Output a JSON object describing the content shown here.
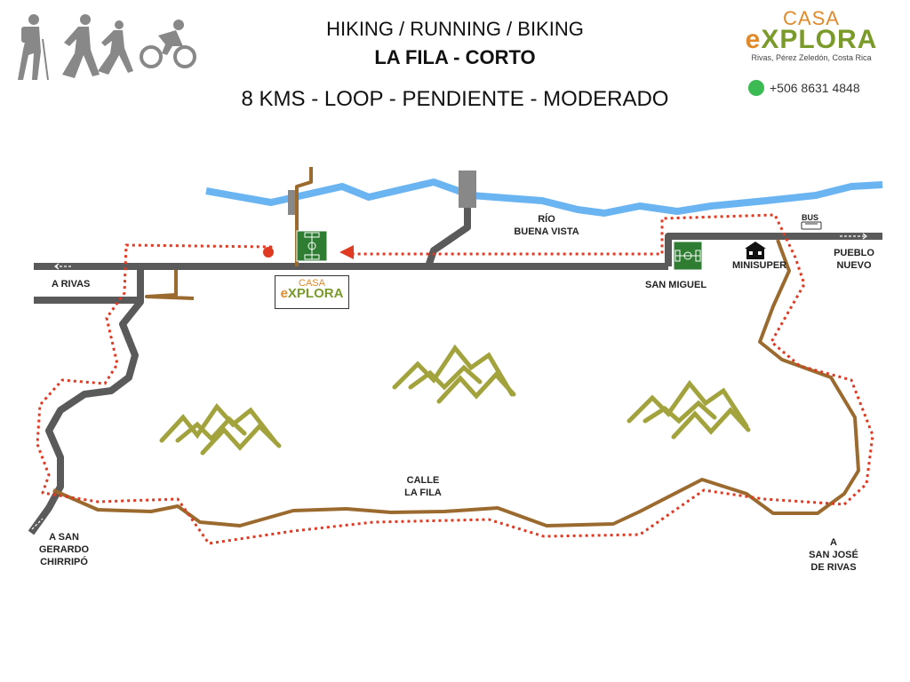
{
  "header": {
    "activities": "HIKING / RUNNING / BIKING",
    "route_name": "LA FILA - CORTO",
    "summary": "8 KMS - LOOP - PENDIENTE - MODERADO"
  },
  "logo": {
    "line1": "CASA",
    "line2_e": "e",
    "line2_rest": "XPLORA",
    "tagline": "Rivas, Pérez Zeledón, Costa Rica",
    "phone": "+506 8631 4848"
  },
  "logo_small": {
    "line1": "CASA",
    "line2_e": "e",
    "line2_rest": "XPLORA"
  },
  "labels": {
    "a_rivas": "A RIVAS",
    "rio_1": "RÍO",
    "rio_2": "BUENA VISTA",
    "bus": "BUS",
    "san_miguel": "SAN MIGUEL",
    "minisuper": "MINISUPER",
    "pueblo_1": "PUEBLO",
    "pueblo_2": "NUEVO",
    "calle_1": "CALLE",
    "calle_2": "LA FILA",
    "sg_1": "A SAN",
    "sg_2": "GERARDO",
    "sg_3": "CHIRRIPÓ",
    "sj_1": "A",
    "sj_2": "SAN JOSÉ",
    "sj_3": "DE RIVAS"
  },
  "icons": [
    "hiker-icon",
    "runner-icon",
    "female-runner-icon",
    "cyclist-icon",
    "whatsapp-icon",
    "soccer-field-icon",
    "house-icon",
    "bus-icon",
    "mountain-icon"
  ],
  "colors": {
    "river": "#6ab4f2",
    "road": "#5a5a5a",
    "trail": "#9b6a2e",
    "route": "#e03a22",
    "mountain": "#9a9a2a",
    "field": "#2e7d32",
    "brand_orange": "#e08a2b",
    "brand_green": "#7a9a2a"
  }
}
